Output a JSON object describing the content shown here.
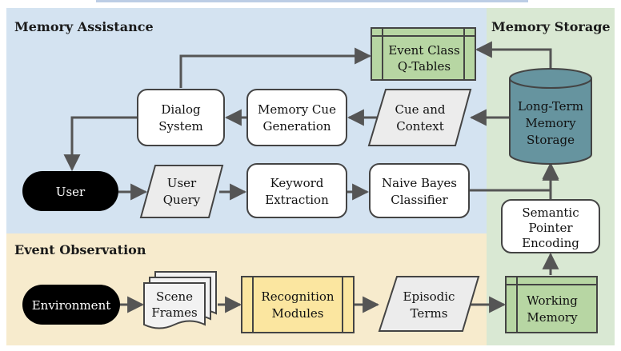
{
  "regions": {
    "memory_assistance": "Memory Assistance",
    "memory_storage": "Memory Storage",
    "event_observation": "Event Observation"
  },
  "nodes": {
    "event_class_qtables": [
      "Event Class",
      "Q-Tables"
    ],
    "dialog_system": [
      "Dialog",
      "System"
    ],
    "memory_cue_generation": [
      "Memory Cue",
      "Generation"
    ],
    "cue_and_context": [
      "Cue and",
      "Context"
    ],
    "long_term_memory_storage": [
      "Long-Term",
      "Memory",
      "Storage"
    ],
    "user": [
      "User"
    ],
    "user_query": [
      "User",
      "Query"
    ],
    "keyword_extraction": [
      "Keyword",
      "Extraction"
    ],
    "naive_bayes_classifier": [
      "Naive Bayes",
      "Classifier"
    ],
    "semantic_pointer_encoding": [
      "Semantic",
      "Pointer",
      "Encoding"
    ],
    "environment": [
      "Environment"
    ],
    "scene_frames": [
      "Scene",
      "Frames"
    ],
    "recognition_modules": [
      "Recognition",
      "Modules"
    ],
    "episodic_terms": [
      "Episodic",
      "Terms"
    ],
    "working_memory": [
      "Working",
      "Memory"
    ]
  },
  "colors": {
    "memory_assistance_bg": "#d4e3f1",
    "memory_storage_bg": "#d9e8d3",
    "event_observation_bg": "#f7ebcd",
    "process_box": "#ffffff",
    "terminal": "#000000",
    "data_io": "#ececec",
    "qtable_green": "#b7d6a3",
    "recognition_yellow": "#fbe6a0",
    "cylinder": "#66949f",
    "stroke": "#444444",
    "arrow": "#555555",
    "top_link": "#3f6fb5"
  }
}
